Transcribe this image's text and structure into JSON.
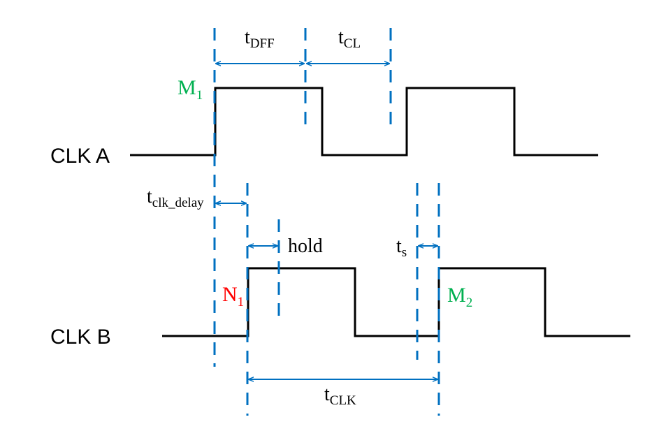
{
  "signals": {
    "clk_a": "CLK A",
    "clk_b": "CLK B"
  },
  "points": {
    "m1": {
      "main": "M",
      "sub": "1"
    },
    "n1": {
      "main": "N",
      "sub": "1"
    },
    "m2": {
      "main": "M",
      "sub": "2"
    }
  },
  "intervals": {
    "t_dff": {
      "main": "t",
      "sub": "DFF"
    },
    "t_cl": {
      "main": "t",
      "sub": "CL"
    },
    "t_clk_delay": {
      "main": "t",
      "sub": "clk_delay"
    },
    "hold": "hold",
    "t_s": {
      "main": "t",
      "sub": "s"
    },
    "t_clk": {
      "main": "t",
      "sub": "CLK"
    }
  },
  "colors": {
    "waveform": "#000000",
    "dimension": "#0070c0",
    "m_points": "#00b050",
    "n_points": "#ff0000"
  }
}
